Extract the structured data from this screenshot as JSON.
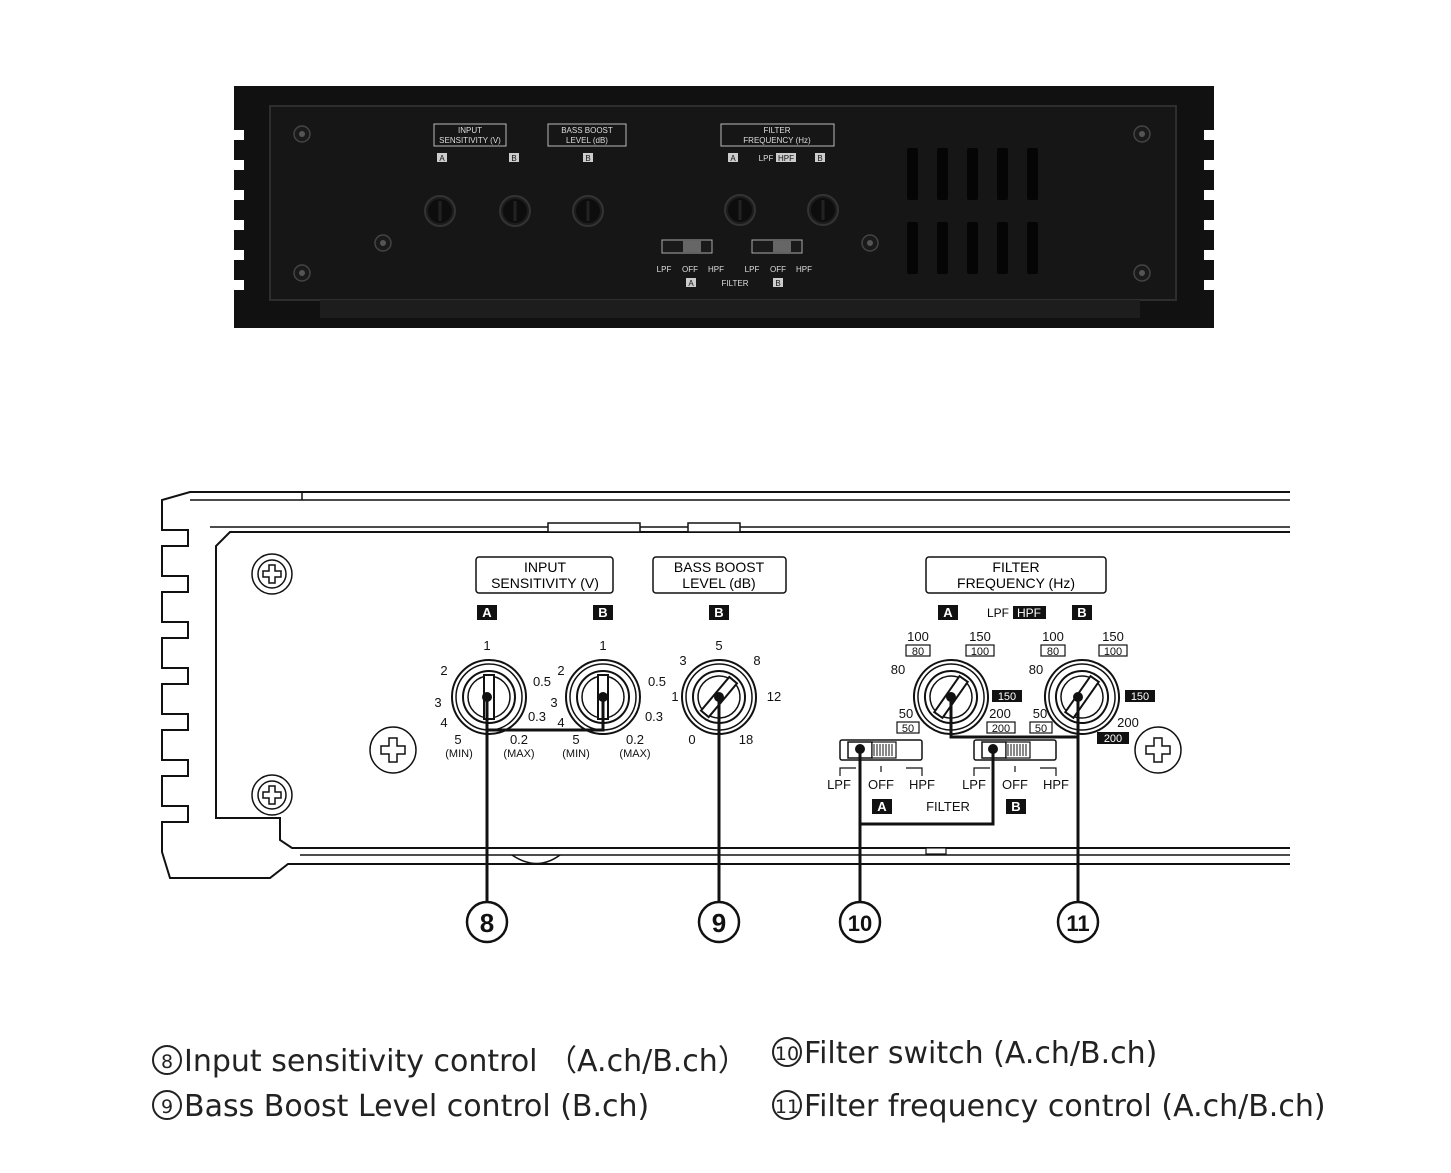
{
  "photo": {
    "input_sensitivity": {
      "title_line1": "INPUT",
      "title_line2": "SENSITIVITY (V)",
      "ch_a": "A",
      "ch_b": "B"
    },
    "bass_boost": {
      "title_line1": "BASS BOOST",
      "title_line2": "LEVEL (dB)",
      "ch": "B"
    },
    "filter_frequency": {
      "title_line1": "FILTER",
      "title_line2": "FREQUENCY (Hz)",
      "ch_a": "A",
      "ch_b": "B",
      "lpf": "LPF",
      "hpf": "HPF"
    },
    "filter_switch": {
      "lpf": "LPF",
      "off": "OFF",
      "hpf": "HPF",
      "label": "FILTER",
      "ch_a": "A",
      "ch_b": "B"
    }
  },
  "diagram": {
    "input_sensitivity": {
      "title_line1": "INPUT",
      "title_line2": "SENSITIVITY (V)",
      "ch_a": "A",
      "ch_b": "B",
      "scale": {
        "top": "1",
        "upper_left": "2",
        "left": "3",
        "lower_left": "4",
        "right": "0.5",
        "lower_right": "0.3",
        "min_value": "5",
        "min_label": "(MIN)",
        "max_value": "0.2",
        "max_label": "(MAX)"
      }
    },
    "bass_boost": {
      "title_line1": "BASS BOOST",
      "title_line2": "LEVEL (dB)",
      "ch": "B",
      "scale": {
        "top": "5",
        "upper_left": "3",
        "left": "1",
        "upper_right": "8",
        "right": "12",
        "bottom_left": "0",
        "bottom_right": "18"
      }
    },
    "filter_frequency": {
      "title_line1": "FILTER",
      "title_line2": "FREQUENCY (Hz)",
      "ch_a": "A",
      "ch_b": "B",
      "lpf": "LPF",
      "hpf": "HPF",
      "scale": {
        "top_left": "100",
        "top_left_hpf": "80",
        "top_right": "150",
        "top_right_hpf": "100",
        "left": "80",
        "right_hpf": "150",
        "lower_left": "50",
        "lower_left_hpf": "50",
        "lower_right": "200",
        "lower_right_hpf": "200"
      }
    },
    "filter_switch": {
      "lpf": "LPF",
      "off": "OFF",
      "hpf": "HPF",
      "label": "FILTER",
      "ch_a": "A",
      "ch_b": "B"
    },
    "callouts": [
      "8",
      "9",
      "10",
      "11"
    ]
  },
  "legend": [
    {
      "num": "8",
      "text": "Input sensitivity control （A.ch/B.ch）"
    },
    {
      "num": "9",
      "text": "Bass Boost Level control (B.ch)"
    },
    {
      "num": "10",
      "text": "Filter switch (A.ch/B.ch)"
    },
    {
      "num": "11",
      "text": "Filter frequency control (A.ch/B.ch)"
    }
  ]
}
